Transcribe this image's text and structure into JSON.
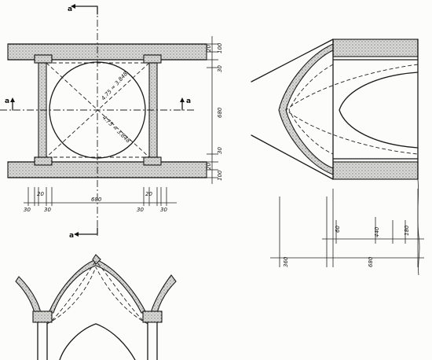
{
  "section_markers": {
    "left": "a",
    "right": "a",
    "top": "a",
    "bottom": "a"
  },
  "plan": {
    "diagonal_upper": "4.75 ≈ 3.848",
    "diagonal_lower": "4.75 ≈ 3.848",
    "dim_overall_width": "680",
    "dim_bottom_left_1": "30",
    "dim_bottom_left_2": "20",
    "dim_bottom_left_3": "30",
    "dim_bottom_right_1": "30",
    "dim_bottom_right_2": "20",
    "dim_bottom_right_3": "30",
    "dim_right_top_1": "100",
    "dim_right_top_2": "30",
    "dim_right_mid": "680",
    "dim_right_bot_1": "30",
    "dim_right_bot_2": "100",
    "dim_right_top_small": "20",
    "dim_right_bot_small": "20"
  },
  "section": {
    "dim_left": "360",
    "dim_mid": "680",
    "dim_v_1": "60",
    "dim_v_2": "440",
    "dim_v_3": "180"
  }
}
